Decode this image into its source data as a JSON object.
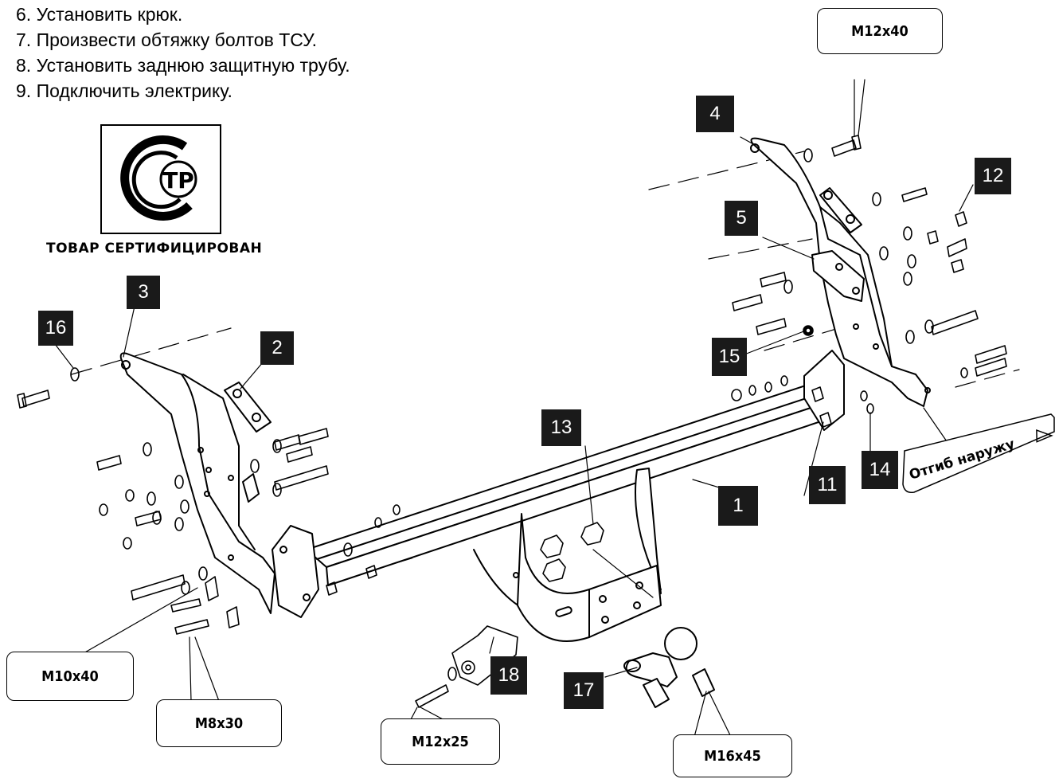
{
  "steps": [
    "6. Установить крюк.",
    "7. Произвести обтяжку болтов ТСУ.",
    "8. Установить заднюю защитную трубу.",
    "9. Подключить электрику."
  ],
  "certification": {
    "logo_letters": "ТР",
    "caption": "ТОВАР СЕРТИФИЦИРОВАН"
  },
  "part_numbers": {
    "p1": "1",
    "p2": "2",
    "p3": "3",
    "p4": "4",
    "p5": "5",
    "p11": "11",
    "p12": "12",
    "p13": "13",
    "p14": "14",
    "p15": "15",
    "p16": "16",
    "p17": "17",
    "p18": "18"
  },
  "bolt_callouts": {
    "m12x40": "M12x40",
    "m10x40": "M10x40",
    "m8x30": "M8x30",
    "m12x25": "M12x25",
    "m16x45": "M16x45"
  },
  "bend_note": "Отгиб наружу"
}
